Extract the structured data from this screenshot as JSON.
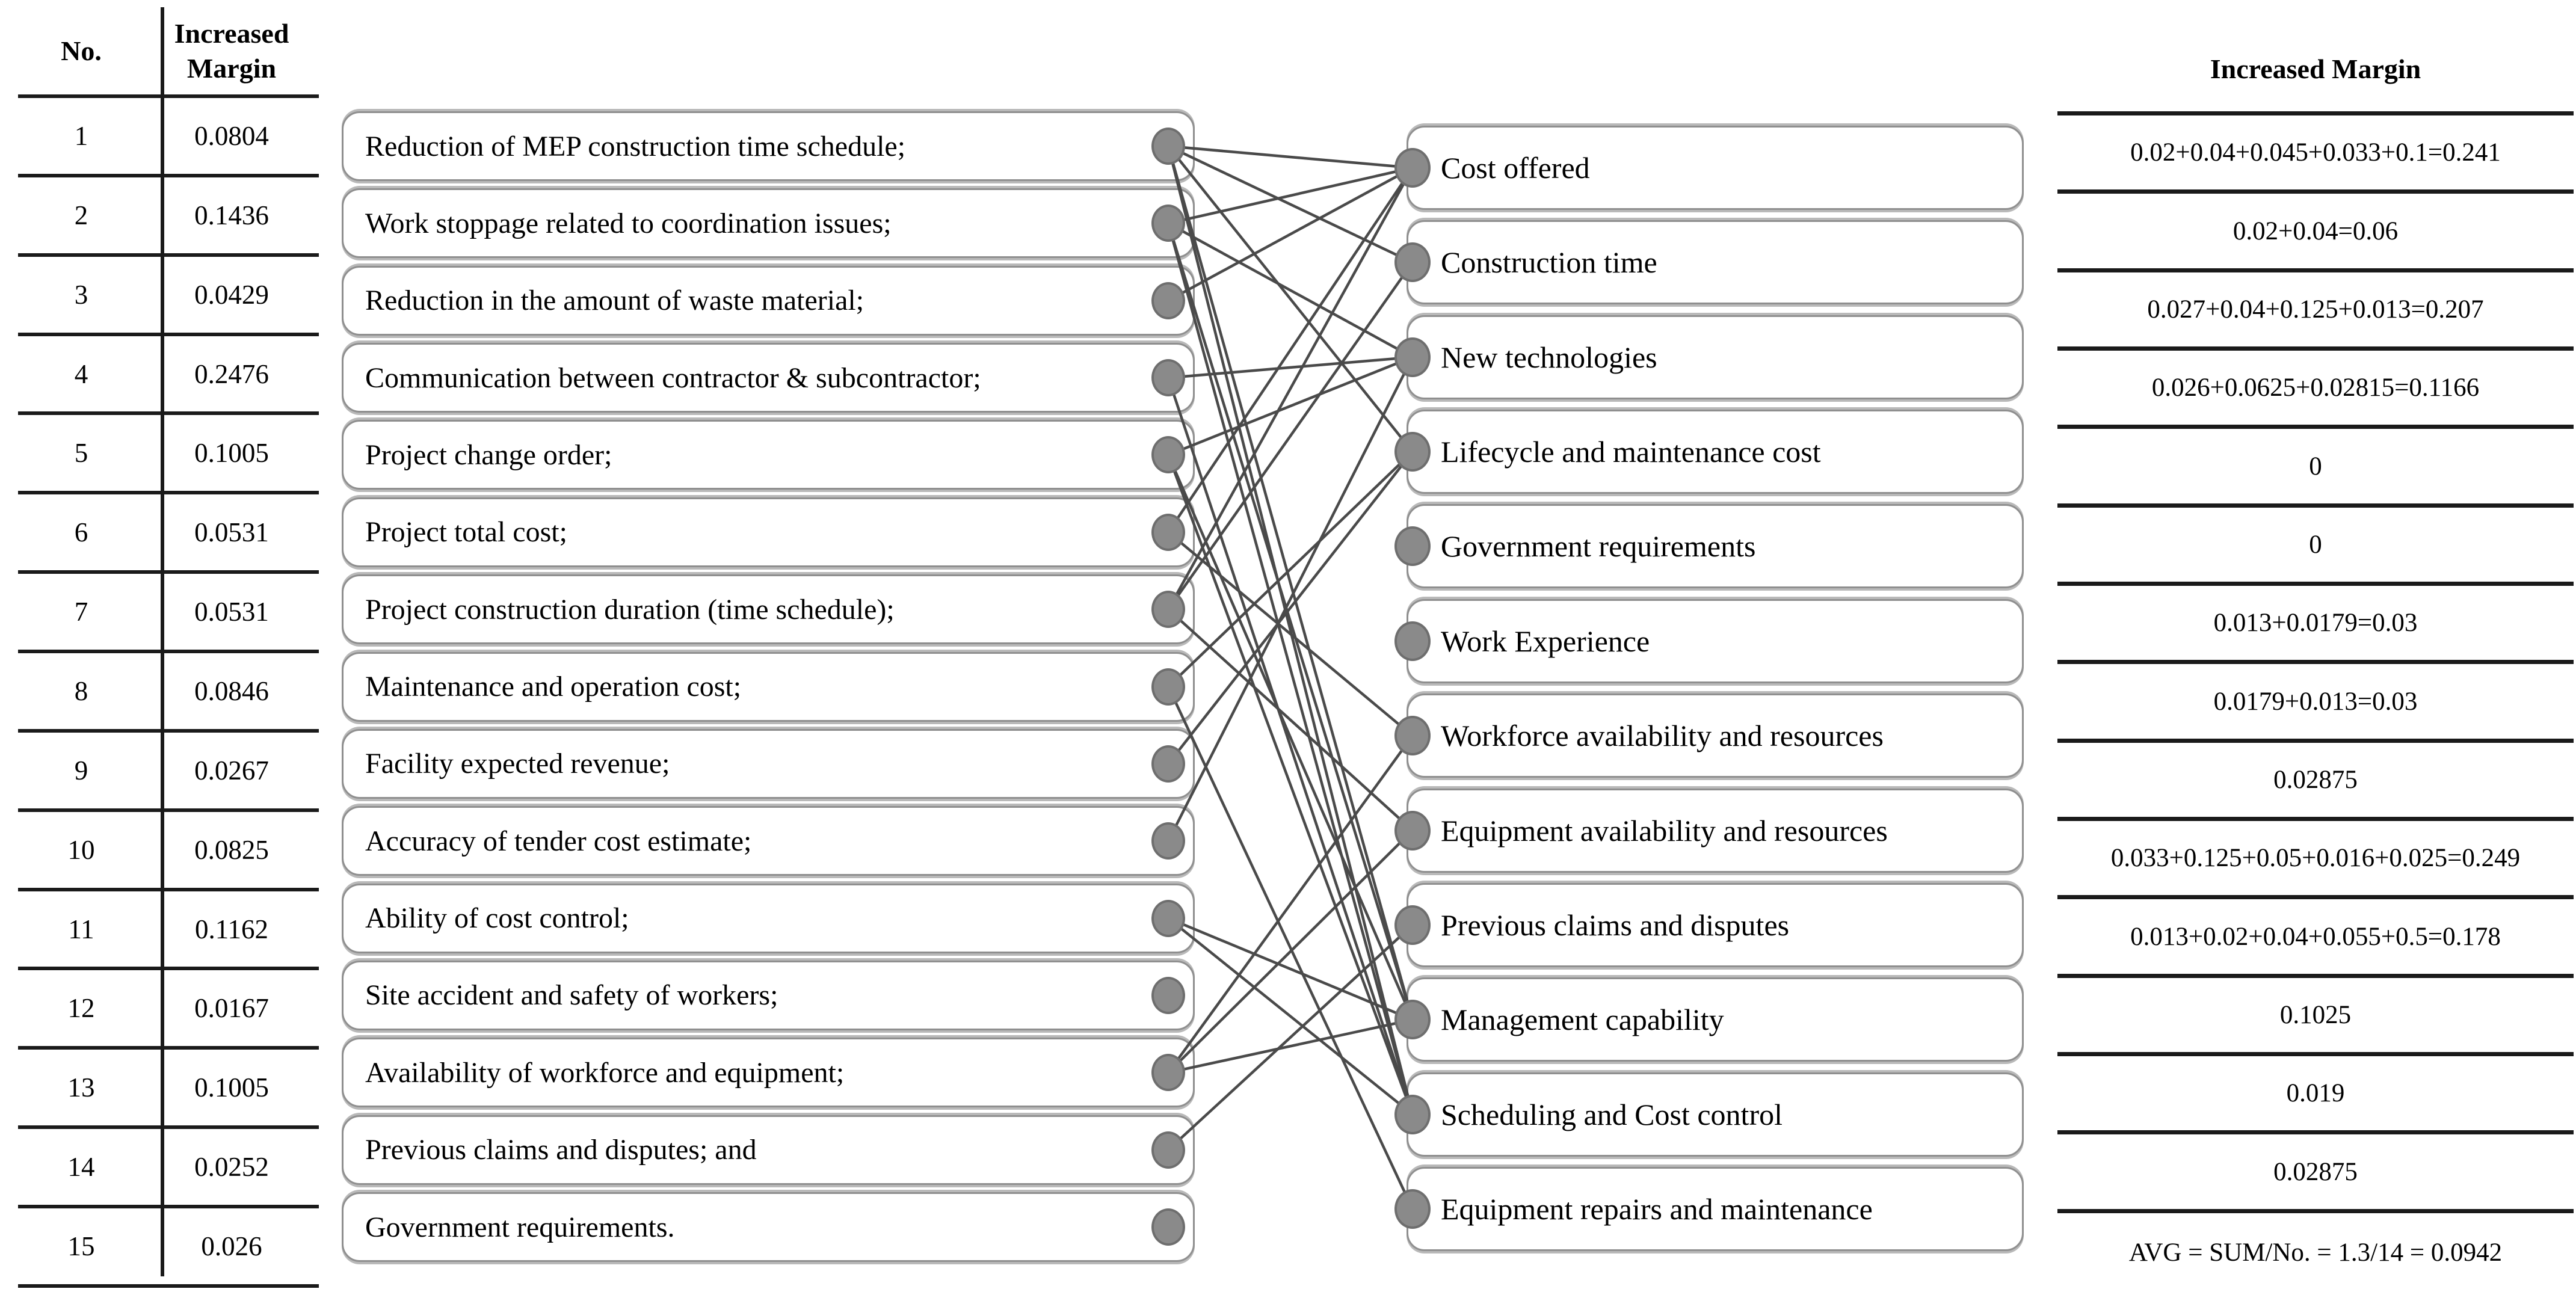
{
  "left_table": {
    "header_no": "No.",
    "header_margin": "Increased Margin",
    "rows": [
      {
        "no": "1",
        "margin": "0.0804"
      },
      {
        "no": "2",
        "margin": "0.1436"
      },
      {
        "no": "3",
        "margin": "0.0429"
      },
      {
        "no": "4",
        "margin": "0.2476"
      },
      {
        "no": "5",
        "margin": "0.1005"
      },
      {
        "no": "6",
        "margin": "0.0531"
      },
      {
        "no": "7",
        "margin": "0.0531"
      },
      {
        "no": "8",
        "margin": "0.0846"
      },
      {
        "no": "9",
        "margin": "0.0267"
      },
      {
        "no": "10",
        "margin": "0.0825"
      },
      {
        "no": "11",
        "margin": "0.1162"
      },
      {
        "no": "12",
        "margin": "0.0167"
      },
      {
        "no": "13",
        "margin": "0.1005"
      },
      {
        "no": "14",
        "margin": "0.0252"
      },
      {
        "no": "15",
        "margin": "0.026"
      }
    ]
  },
  "left_factors": [
    "Reduction of MEP construction time schedule;",
    "Work stoppage related to coordination issues;",
    "Reduction in the amount of waste material;",
    "Communication between contractor & subcontractor;",
    "Project change order;",
    "Project total cost;",
    "Project construction duration (time schedule);",
    "Maintenance and operation cost;",
    "Facility expected revenue;",
    "Accuracy of tender cost estimate;",
    "Ability of cost control;",
    "Site accident and safety of workers;",
    "Availability of workforce and equipment;",
    "Previous claims and disputes; and",
    "Government requirements."
  ],
  "right_criteria": [
    "Cost offered",
    "Construction time",
    "New technologies",
    "Lifecycle and maintenance cost",
    "Government requirements",
    "Work Experience",
    "Workforce availability and resources",
    "Equipment availability and resources",
    "Previous claims and disputes",
    "Management capability",
    "Scheduling and Cost control",
    "Equipment repairs and maintenance"
  ],
  "right_table": {
    "header": "Increased Margin",
    "rows": [
      "0.02+0.04+0.045+0.033+0.1=0.241",
      "0.02+0.04=0.06",
      "0.027+0.04+0.125+0.013=0.207",
      "0.026+0.0625+0.02815=0.1166",
      "0",
      "0",
      "0.013+0.0179=0.03",
      "0.0179+0.013=0.03",
      "0.02875",
      "0.033+0.125+0.05+0.016+0.025=0.249",
      "0.013+0.02+0.04+0.055+0.5=0.178",
      "0.1025",
      "0.019",
      "0.02875"
    ],
    "avg_row": "AVG = SUM/No. = 1.3/14 = 0.0942"
  },
  "edges": [
    [
      1,
      1
    ],
    [
      1,
      2
    ],
    [
      1,
      4
    ],
    [
      1,
      10
    ],
    [
      1,
      11
    ],
    [
      2,
      1
    ],
    [
      2,
      3
    ],
    [
      2,
      10
    ],
    [
      2,
      11
    ],
    [
      3,
      1
    ],
    [
      4,
      3
    ],
    [
      4,
      11
    ],
    [
      5,
      3
    ],
    [
      5,
      10
    ],
    [
      5,
      11
    ],
    [
      6,
      1
    ],
    [
      6,
      7
    ],
    [
      7,
      1
    ],
    [
      7,
      2
    ],
    [
      7,
      8
    ],
    [
      8,
      4
    ],
    [
      8,
      12
    ],
    [
      9,
      4
    ],
    [
      10,
      3
    ],
    [
      11,
      10
    ],
    [
      11,
      11
    ],
    [
      13,
      7
    ],
    [
      13,
      8
    ],
    [
      13,
      10
    ],
    [
      14,
      9
    ]
  ],
  "colors": {
    "line": "#4a4a4a",
    "dot_fill": "#8a8a8a",
    "dot_border": "#6e6e6e",
    "box_border": "#8f8f8f",
    "rule": "#1a1a1a",
    "text": "#000000",
    "background": "#ffffff"
  }
}
